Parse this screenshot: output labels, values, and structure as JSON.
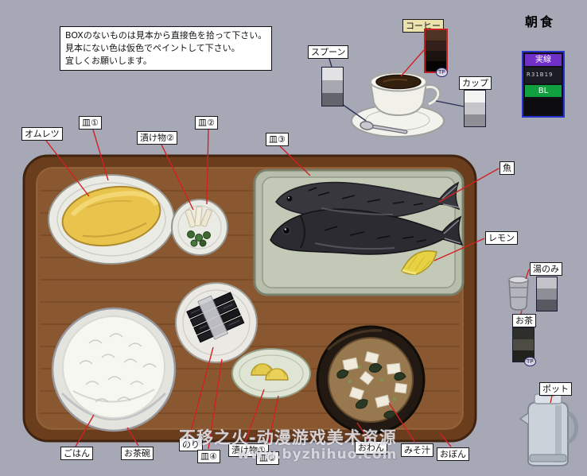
{
  "page": {
    "title": "朝食"
  },
  "note": {
    "lines": [
      "BOXのないものは見本から直接色を拾って下さい。",
      "見本にない色は仮色でペイントして下さい。",
      "宜しくお願いします。"
    ]
  },
  "labels": {
    "spoon": "スプーン",
    "coffee": "コーヒー",
    "cup": "カップ",
    "omelette": "オムレツ",
    "plate1": "皿①",
    "pickles2": "漬け物②",
    "plate2": "皿②",
    "plate3": "皿③",
    "fish": "魚",
    "lemon": "レモン",
    "yunomi": "湯のみ",
    "tea": "お茶",
    "rice": "ごはん",
    "rice_bowl": "お茶碗",
    "nori": "のり",
    "plate4": "皿④",
    "pickles1": "漬け物①",
    "plate5": "皿⑤",
    "soup_bowl": "おわん",
    "miso": "みそ汁",
    "tray": "おぼん",
    "pot": "ポット"
  },
  "line_box": {
    "header": "実線",
    "code": "R31B19",
    "bl": "BL"
  },
  "tp": "TP",
  "swatches": {
    "spoon": [
      "#e2e2e4",
      "#a8a8b0",
      "#64646c"
    ],
    "coffee": [
      "#4e3224",
      "#33201a",
      "#1b1310",
      "#050403"
    ],
    "cup": [
      "#f4f4f2",
      "#c6c6c8",
      "#8e8e94"
    ],
    "line": [
      "#1c1c24"
    ],
    "bl": [
      "#0c0c10"
    ],
    "yunomi": [
      "#c2c2c8",
      "#8e8e96",
      "#585860"
    ],
    "tea": [
      "#2e2e2a",
      "#4c4c42",
      "#22221c"
    ]
  },
  "colors": {
    "background": "#a7a8b6",
    "tray": "#8a5830",
    "leader_line": "#d22020"
  },
  "watermark": {
    "line1": "不移之火-动漫游戏美术资源",
    "line2": "www.byzhihuo.com"
  }
}
